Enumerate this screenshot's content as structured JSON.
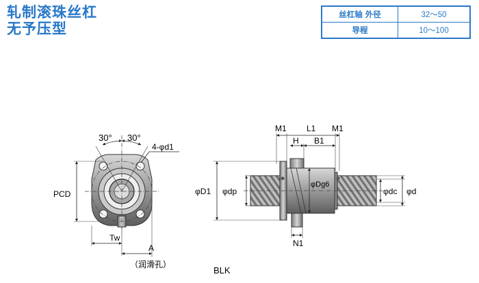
{
  "title": {
    "line1": "轧制滚珠丝杠",
    "line2": "无予压型"
  },
  "spec_table": {
    "rows": [
      {
        "label": "丝杠轴 外径",
        "value": "32～50"
      },
      {
        "label": "导程",
        "value": "10～100"
      }
    ]
  },
  "front_view": {
    "angle_left": "30°",
    "angle_right": "30°",
    "hole_label": "4-φd1",
    "pcd_label": "PCD",
    "tw_label": "Tw",
    "a_label": "A",
    "lube_hole_label": "（润滑孔）"
  },
  "side_view": {
    "m1_left": "M1",
    "l1": "L1",
    "m1_right": "M1",
    "h": "H",
    "b1": "B1",
    "d1": "φD1",
    "dp": "φdp",
    "dg6": "φDg6",
    "dc": "φdc",
    "d": "φd",
    "n1": "N1"
  },
  "model": "BLK"
}
